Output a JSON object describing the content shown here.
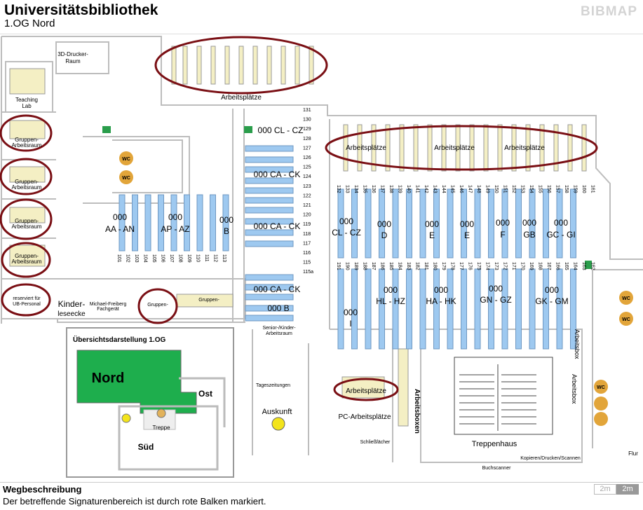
{
  "header": {
    "title": "Universitätsbibliothek",
    "subtitle": "1.OG Nord",
    "brand": "BIBMAP"
  },
  "rooms": {
    "drucker": "3D-Drucker-",
    "drucker2": "Raum",
    "teaching": "Teaching",
    "teaching2": "Lab",
    "gruppe": "Gruppen-",
    "arbeitsraum": "Arbeitsraum",
    "reserviert": "reserviert für",
    "ub_personal": "UB-Personal",
    "kinder": "Kinder-",
    "leseecke": "leseecke",
    "michael": "Michael-Freiberg",
    "fachgerat": "Fachgerät",
    "senioren": "Senior-/Kinder-",
    "senioren2": "Arbeitsraum",
    "tageszeitungen": "Tageszeitungen",
    "auskunft": "Auskunft",
    "pc": "PC-Arbeitsplätze",
    "schliess": "Schließfächer",
    "treppenhaus": "Treppenhaus",
    "buchscanner": "Buchscanner",
    "kopieren": "Kopieren/Drucken/Scannen",
    "flur": "Flur",
    "arbeitsboxen": "Arbeitsboxen",
    "arbeitsbox": "Arbeitsbox"
  },
  "labels": {
    "arbeitsplaetze": "Arbeitsplätze",
    "wc": "WC"
  },
  "signatures": {
    "cl_cz_top": "000 CL - CZ",
    "ca_ck_1": "000 CA - CK",
    "ca_ck_2": "000 CA - CK",
    "ca_ck_3": "000 CA - CK",
    "b_lower": "000 B",
    "aa_an_a": "000",
    "aa_an_b": "AA - AN",
    "ap_az_a": "000",
    "ap_az_b": "AP - AZ",
    "b_a": "000",
    "b_b": "B",
    "clcz_a": "000",
    "clcz_b": "CL - CZ",
    "d_a": "000",
    "d_b": "D",
    "e1_a": "000",
    "e1_b": "E",
    "e2_a": "000",
    "e2_b": "E",
    "f_a": "000",
    "f_b": "F",
    "gb_a": "000",
    "gb_b": "GB",
    "gcgi_a": "000",
    "gcgi_b": "GC - GI",
    "i_a": "000",
    "i_b": "I",
    "hlhz_a": "000",
    "hlhz_b": "HL - HZ",
    "hahk_a": "000",
    "hahk_b": "HA - HK",
    "gngz_a": "000",
    "gngz_b": "GN - GZ",
    "gkgm_a": "000",
    "gkgm_b": "GK - GM"
  },
  "shelf_numbers": {
    "left_col": [
      "131",
      "130",
      "129",
      "128",
      "127",
      "126",
      "125",
      "124",
      "123",
      "122",
      "121",
      "120",
      "119",
      "118",
      "117",
      "116",
      "115",
      "115a"
    ],
    "row_a": [
      "101",
      "102",
      "103",
      "104",
      "105",
      "106",
      "107",
      "108",
      "109",
      "110",
      "111",
      "112",
      "113"
    ],
    "row_b": [
      "132",
      "133",
      "134",
      "135",
      "136",
      "137",
      "138",
      "139",
      "140",
      "141",
      "142",
      "143",
      "144",
      "145",
      "146",
      "147",
      "148",
      "149",
      "150",
      "151",
      "152",
      "153",
      "154",
      "155",
      "156",
      "157",
      "158",
      "159",
      "160",
      "161"
    ],
    "row_c": [
      "191",
      "190",
      "189",
      "188",
      "187",
      "186",
      "185",
      "184",
      "183",
      "182",
      "181",
      "180",
      "179",
      "178",
      "177",
      "176",
      "175",
      "174",
      "173",
      "172",
      "171",
      "170",
      "169",
      "168",
      "167",
      "166",
      "165",
      "164",
      "163",
      "162"
    ]
  },
  "overview": {
    "title": "Übersichtsdarstellung 1.OG",
    "nord": "Nord",
    "ost": "Ost",
    "sued": "Süd",
    "treppe": "Treppe"
  },
  "footer": {
    "title": "Wegbeschreibung",
    "text": "Der betreffende Signaturenbereich ist durch rote Balken markiert.",
    "scale_a": "2m",
    "scale_b": "2m"
  },
  "colors": {
    "shelf": "#9ec9f0",
    "desk": "#f4efc4",
    "marker": "#7a0f14",
    "nord": "#17a84b"
  }
}
